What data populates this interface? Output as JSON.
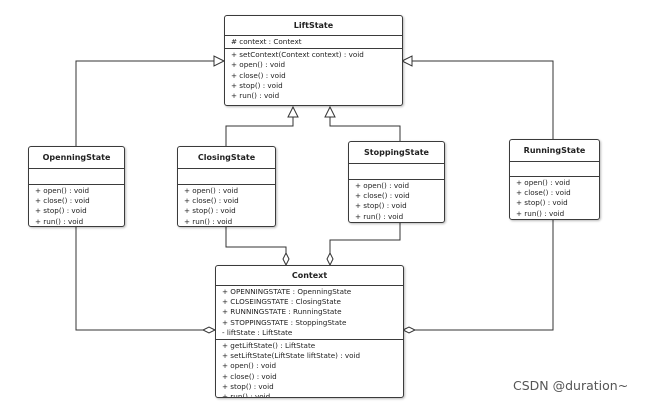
{
  "watermark": "CSDN @duration~",
  "classes": {
    "lift_state": {
      "name": "LiftState",
      "attributes": [
        "# context : Context"
      ],
      "methods": [
        "+ setContext(Context context) : void",
        "+ open() : void",
        "+ close() : void",
        "+ stop() : void",
        "+ run() : void"
      ]
    },
    "openning_state": {
      "name": "OpenningState",
      "attributes": [],
      "methods": [
        "+ open() : void",
        "+ close() : void",
        "+ stop() : void",
        "+ run() : void"
      ]
    },
    "closing_state": {
      "name": "ClosingState",
      "attributes": [],
      "methods": [
        "+ open() : void",
        "+ close() : void",
        "+ stop() : void",
        "+ run() : void"
      ]
    },
    "stopping_state": {
      "name": "StoppingState",
      "attributes": [],
      "methods": [
        "+ open() : void",
        "+ close() : void",
        "+ stop() : void",
        "+ run() : void"
      ]
    },
    "running_state": {
      "name": "RunningState",
      "attributes": [],
      "methods": [
        "+ open() : void",
        "+ close() : void",
        "+ stop() : void",
        "+ run() : void"
      ]
    },
    "context": {
      "name": "Context",
      "attributes": [
        "+ OPENNINGSTATE : OpenningState",
        "+ CLOSEINGSTATE : ClosingState",
        "+ RUNNINGSTATE : RunningState",
        "+ STOPPINGSTATE : StoppingState",
        "- liftState : LiftState"
      ],
      "methods": [
        "+ getLiftState() : LiftState",
        "+ setLiftState(LiftState liftState) : void",
        "+ open() : void",
        "+ close() : void",
        "+ stop() : void",
        "+ run() : void"
      ]
    }
  }
}
